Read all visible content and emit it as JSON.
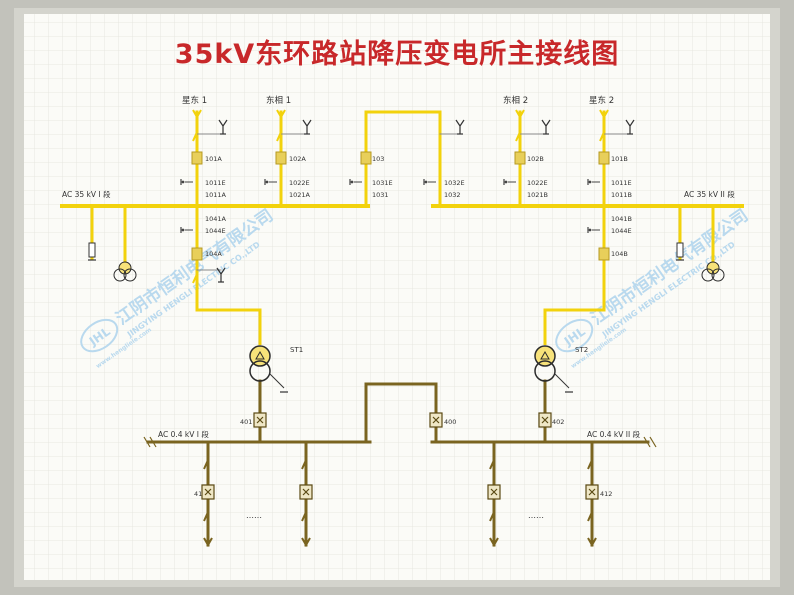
{
  "title": "35kV东环路站降压变电所主接线图",
  "colors": {
    "hv_line": "#f2d20c",
    "lv_line": "#7a6420",
    "title": "#c8282a",
    "board": "#fbfbf7",
    "grid": "#e3e3dc",
    "frame": "#bdbdb6",
    "watermark": "#b9d9ee"
  },
  "feeders": {
    "f1": "星东 1",
    "f2": "东相 1",
    "f3": "东相 2",
    "f4": "星东 2"
  },
  "buses": {
    "hv1": "AC 35 kV I 段",
    "hv2": "AC 35 kV II 段",
    "lv1": "AC 0.4 kV I 段",
    "lv2": "AC 0.4 kV II 段"
  },
  "equipment": {
    "b101a": "101A",
    "b101ae": "1011E",
    "b1011a": "1011A",
    "b102a": "102A",
    "b102ae": "1022E",
    "b1021a": "1021A",
    "b103": "103",
    "b1031e": "1031E",
    "b1031": "1031",
    "b1032e": "1032E",
    "b1032": "1032",
    "b102b": "102B",
    "b102be": "1022E",
    "b1021b": "1021B",
    "b101b": "101B",
    "b101be": "1011E",
    "b1011b": "1011B",
    "b1041a": "1041A",
    "b1044e": "1044E",
    "b104a": "104A",
    "b1041b": "1041B",
    "b104be": "1044E",
    "b104b": "104B",
    "st1": "ST1",
    "st2": "ST2",
    "b401": "401",
    "b400": "400",
    "b402": "402",
    "b411": "411",
    "b412": "412",
    "dots1": "……",
    "dots2": "……"
  },
  "watermark": {
    "logo": "JHL",
    "cn": "江阴市恒利电气有限公司",
    "en": "JINGYING HENGLI ELECTRIC CO.,LTD",
    "web": "www.hengliele.com"
  }
}
